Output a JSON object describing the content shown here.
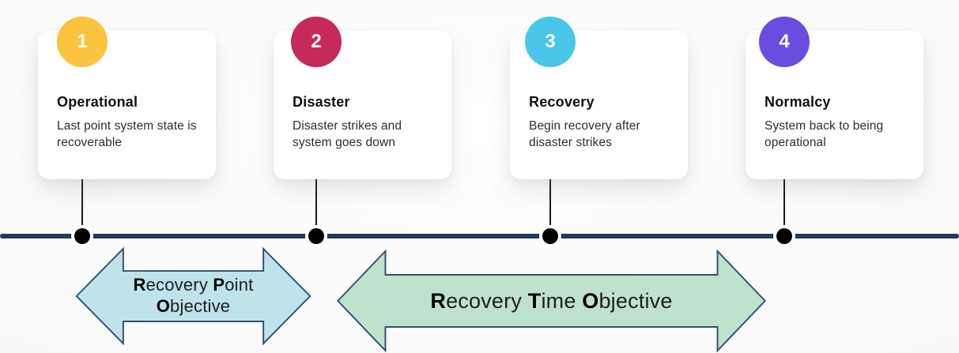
{
  "steps": [
    {
      "number": "1",
      "title": "Operational",
      "description": "Last point system state is recoverable",
      "badge_color": "#FBC33F"
    },
    {
      "number": "2",
      "title": "Disaster",
      "description": "Disaster strikes and system goes down",
      "badge_color": "#C62A58"
    },
    {
      "number": "3",
      "title": "Recovery",
      "description": "Begin recovery after disaster strikes",
      "badge_color": "#49C6E9"
    },
    {
      "number": "4",
      "title": "Normalcy",
      "description": "System back to being operational",
      "badge_color": "#6B4CE1"
    }
  ],
  "timeline": {
    "line_color": "#203A61",
    "dot_color": "#000000"
  },
  "arrows": {
    "rpo": {
      "b1": "R",
      "t1": "ecovery ",
      "b2": "P",
      "t2": "oint",
      "b3": "O",
      "t3": "bjective",
      "full_text": "Recovery Point Objective",
      "fill": "#BEE3EA",
      "stroke": "#315073"
    },
    "rto": {
      "b1": "R",
      "t1": "ecovery ",
      "b2": "T",
      "t2": "ime ",
      "b3": "O",
      "t3": "bjective",
      "full_text": "Recovery Time Objective",
      "fill": "#BFE2CD",
      "stroke": "#315073"
    }
  }
}
